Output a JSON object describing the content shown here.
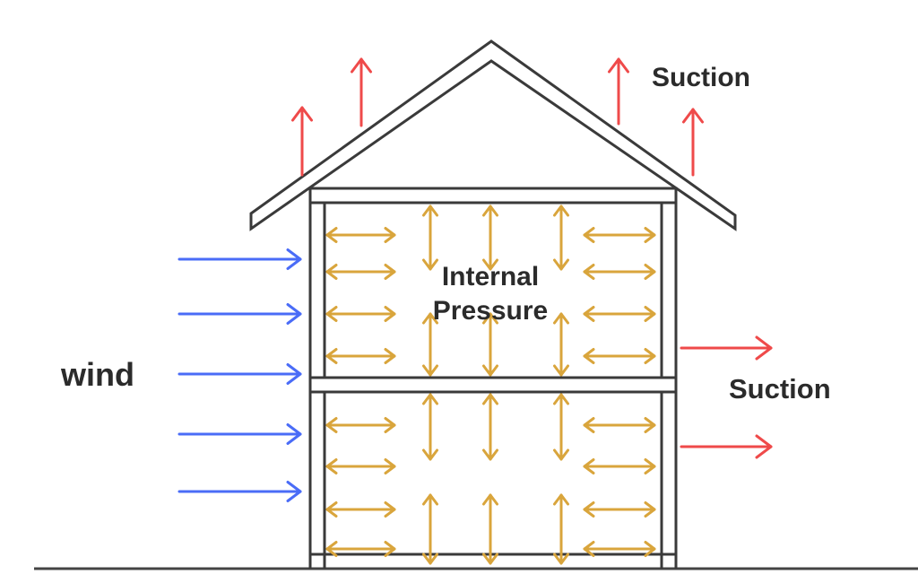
{
  "labels": {
    "suction_roof": "Suction",
    "suction_side": "Suction",
    "wind": "wind",
    "internal_line1": "Internal",
    "internal_line2": "Pressure"
  },
  "colors": {
    "outline": "#3a3a3a",
    "wind_arrow": "#4a6cf7",
    "suction_arrow": "#ef4a4a",
    "pressure_arrow": "#d9a53c",
    "text": "#2b2b2b"
  }
}
